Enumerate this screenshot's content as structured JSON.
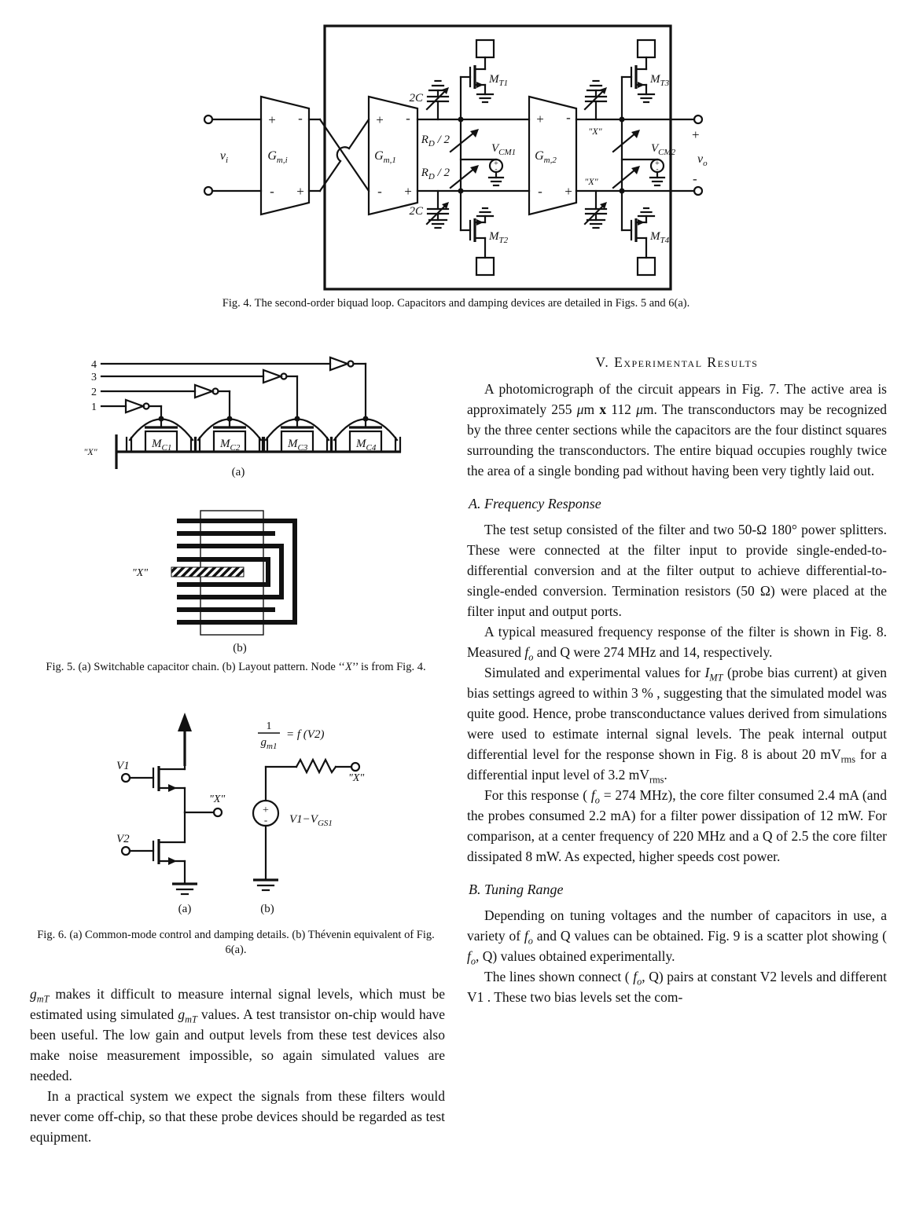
{
  "fig4": {
    "caption": "Fig. 4.  The second-order biquad loop. Capacitors and damping devices are detailed in Figs. 5 and 6(a).",
    "vi": {
      "main": "v",
      "sub": "i"
    },
    "vo": {
      "main": "v",
      "sub": "o"
    },
    "gmi": {
      "main": "G",
      "sub": "m,i"
    },
    "gm1": {
      "main": "G",
      "sub": "m,1"
    },
    "gm2": {
      "main": "G",
      "sub": "m,2"
    },
    "cap_2c": "2C",
    "rd": {
      "pre": "R",
      "sub": "D",
      "post": " / 2"
    },
    "vcm1": {
      "main": "V",
      "sub": "CM1"
    },
    "vcm2": {
      "main": "V",
      "sub": "CM2"
    },
    "mt1": {
      "main": "M",
      "sub": "T1"
    },
    "mt2": {
      "main": "M",
      "sub": "T2"
    },
    "mt3": {
      "main": "M",
      "sub": "T3"
    },
    "mt4": {
      "main": "M",
      "sub": "T4"
    },
    "x": "\"X\"",
    "plus": "+",
    "minus": "-"
  },
  "fig5": {
    "caption_rich": [
      [
        "n",
        "Fig. 5.  (a) Switchable capacitor chain. (b) Layout pattern. Node ‘‘"
      ],
      [
        "i",
        "X"
      ],
      [
        "n",
        "’’ is from Fig. 4."
      ]
    ],
    "lines": [
      "4",
      "3",
      "2",
      "1"
    ],
    "mc": [
      {
        "main": "M",
        "sub": "C1"
      },
      {
        "main": "M",
        "sub": "C2"
      },
      {
        "main": "M",
        "sub": "C3"
      },
      {
        "main": "M",
        "sub": "C4"
      }
    ],
    "x": "\"X\"",
    "tag_a": "(a)",
    "tag_b": "(b)"
  },
  "fig6": {
    "caption": "Fig. 6.  (a) Common-mode control and damping details. (b) Thévenin equivalent of Fig. 6(a).",
    "v1": "V1",
    "v2": "V2",
    "x": "\"X\"",
    "frac_num": "1",
    "frac_den": {
      "main": "g",
      "sub": "m1"
    },
    "frac_eq": "= f (V2)",
    "src": {
      "pre": "V1−V",
      "sub": "GS1"
    },
    "tag_a": "(a)",
    "tag_b": "(b)"
  },
  "left_column": {
    "p1_rich": [
      [
        "i",
        "g"
      ],
      [
        "is",
        "mT"
      ],
      [
        "n",
        " makes it difficult to measure internal signal levels, which must be estimated using simulated "
      ],
      [
        "i",
        "g"
      ],
      [
        "is",
        "mT"
      ],
      [
        "n",
        " values. A test transistor on-chip would have been useful. The low gain and output levels from these test devices also make noise measurement impossible, so again simulated values are needed."
      ]
    ],
    "p2": "In a practical system we expect the signals from these filters would never come off-chip, so that these probe devices should be regarded as test equipment."
  },
  "right_column": {
    "heading": "V. Experimental Results",
    "p1_rich": [
      [
        "n",
        "A photomicrograph of the circuit appears in Fig. 7. The active area is approximately 255 "
      ],
      [
        "i",
        "μ"
      ],
      [
        "n",
        "m "
      ],
      [
        "b",
        "x"
      ],
      [
        "n",
        " 112 "
      ],
      [
        "i",
        "μ"
      ],
      [
        "n",
        "m. The transconductors may be recognized by the three center sections while the capacitors are the four distinct squares surrounding the transconductors. The entire biquad occupies roughly twice the area of a single bonding pad without having been very tightly laid out."
      ]
    ],
    "sec_a": "A.  Frequency Response",
    "p2": "The test setup consisted of the filter and two 50-Ω 180° power splitters. These were connected at the filter input to provide single-ended-to-differential conversion and at the filter output to achieve differential-to-single-ended conversion. Termination resistors (50 Ω) were placed at the filter input and output ports.",
    "p3_rich": [
      [
        "n",
        "A typical measured frequency response of the filter is shown in Fig. 8. Measured "
      ],
      [
        "i",
        "f"
      ],
      [
        "is",
        "o"
      ],
      [
        "n",
        " and Q were 274 MHz and 14, respectively."
      ]
    ],
    "p4_rich": [
      [
        "n",
        "Simulated and experimental values for "
      ],
      [
        "i",
        "I"
      ],
      [
        "is",
        "MT"
      ],
      [
        "n",
        " (probe bias current) at given bias settings agreed to within 3 % , suggesting that the simulated model was quite good. Hence, probe transconductance values derived from simulations were used to estimate internal signal levels. The peak internal output differential level for the response shown in Fig. 8 is about 20 mV"
      ],
      [
        "s",
        "rms"
      ],
      [
        "n",
        " for a differential input level of 3.2 mV"
      ],
      [
        "s",
        "rms"
      ],
      [
        "n",
        "."
      ]
    ],
    "p5_rich": [
      [
        "n",
        "For this response ( "
      ],
      [
        "i",
        "f"
      ],
      [
        "is",
        "o"
      ],
      [
        "n",
        " = 274 MHz), the core filter consumed 2.4 mA (and the probes consumed 2.2 mA) for a filter power dissipation of 12 mW. For comparison, at a center frequency of 220 MHz and a Q of 2.5 the core filter dissipated 8 mW. As expected, higher speeds cost power."
      ]
    ],
    "sec_b": "B.  Tuning Range",
    "p6_rich": [
      [
        "n",
        "Depending on tuning voltages and the number of capacitors in use, a variety of "
      ],
      [
        "i",
        "f"
      ],
      [
        "is",
        "o"
      ],
      [
        "n",
        " and Q values can be obtained. Fig. 9 is a scatter plot showing ( "
      ],
      [
        "i",
        "f"
      ],
      [
        "is",
        "o"
      ],
      [
        "n",
        ", Q) values obtained experimentally."
      ]
    ],
    "p7_rich": [
      [
        "n",
        "The lines shown connect ( "
      ],
      [
        "i",
        "f"
      ],
      [
        "is",
        "o"
      ],
      [
        "n",
        ", Q) pairs at constant V2 levels and different V1 . These two bias levels set the com-"
      ]
    ]
  }
}
